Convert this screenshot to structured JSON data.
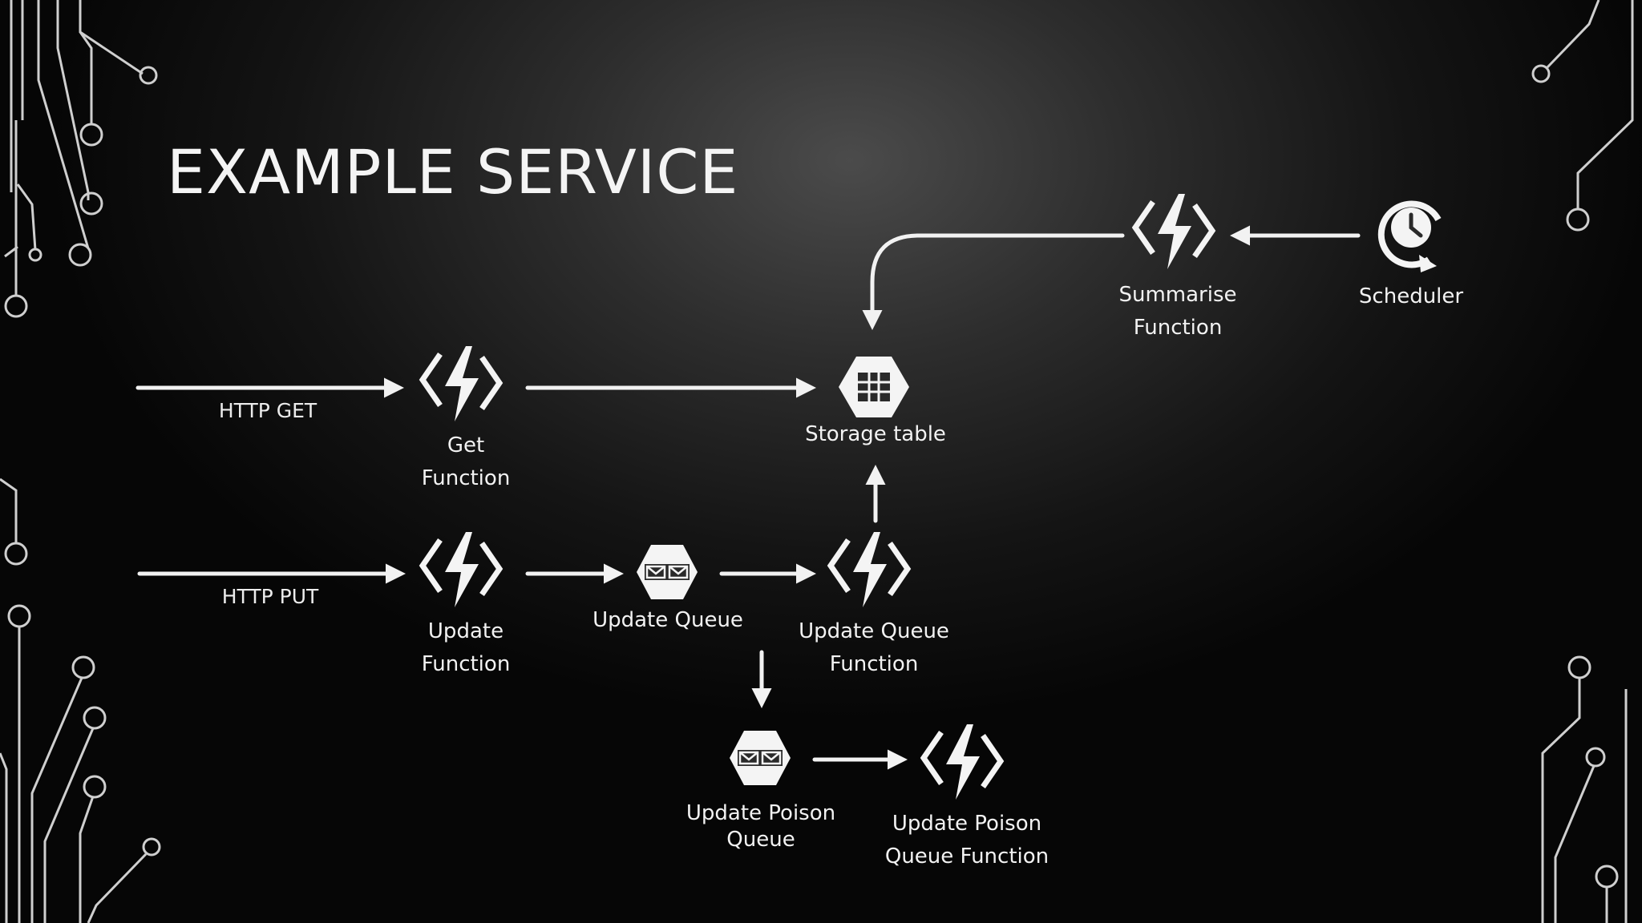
{
  "slide": {
    "title": "EXAMPLE SERVICE"
  },
  "edges": {
    "http_get": "HTTP GET",
    "http_put": "HTTP PUT"
  },
  "nodes": {
    "get_function": {
      "line1": "Get",
      "line2": "Function",
      "icon": "azure-function-icon"
    },
    "update_function": {
      "line1": "Update",
      "line2": "Function",
      "icon": "azure-function-icon"
    },
    "update_queue": {
      "line1": "Update Queue",
      "icon": "queue-icon"
    },
    "update_queue_function": {
      "line1": "Update Queue",
      "line2": "Function",
      "icon": "azure-function-icon"
    },
    "storage_table": {
      "line1": "Storage table",
      "icon": "table-icon"
    },
    "summarise_function": {
      "line1": "Summarise",
      "line2": "Function",
      "icon": "azure-function-icon"
    },
    "scheduler": {
      "line1": "Scheduler",
      "icon": "clock-icon"
    },
    "update_poison_queue": {
      "line1": "Update Poison",
      "line2": "Queue",
      "icon": "queue-icon"
    },
    "update_poison_queue_function": {
      "line1": "Update Poison",
      "line2": "Queue Function",
      "icon": "azure-function-icon"
    }
  },
  "colors": {
    "foreground": "#f2f2f2",
    "circuit": "#cfcfcf",
    "background": "#1e1e1e"
  }
}
